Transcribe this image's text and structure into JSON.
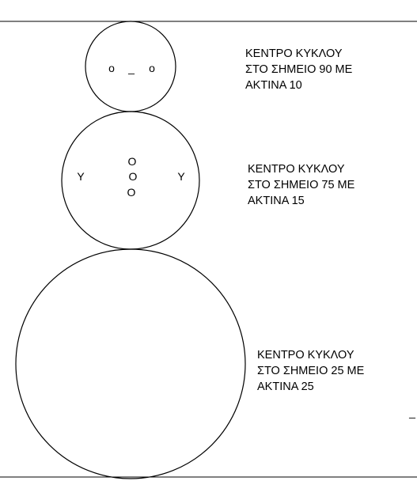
{
  "snowman": {
    "colors": {
      "line": "#000000",
      "background": "#ffffff"
    },
    "head": {
      "label_lines": [
        "ΚΕΝΤΡΟ ΚΥΚΛΟΥ",
        "ΣΤΟ ΣΗΜΕΙΟ 90 ΜΕ",
        "ΑΚΤΙΝΑ 10"
      ],
      "left_eye": "o",
      "mouth": "_",
      "right_eye": "o"
    },
    "body": {
      "label_lines": [
        "ΚΕΝΤΡΟ ΚΥΚΛΟΥ",
        "ΣΤΟ ΣΗΜΕΙΟ 75 ΜΕ",
        "ΑΚΤΙΝΑ 15"
      ],
      "left_arm": "Y",
      "right_arm": "Y",
      "buttons": [
        "O",
        "O",
        "O"
      ]
    },
    "base": {
      "label_lines": [
        "ΚΕΝΤΡΟ ΚΥΚΛΟΥ",
        "ΣΤΟ ΣΗΜΕΙΟ 25 ΜΕ",
        "ΑΚΤΙΝΑ 25"
      ]
    },
    "edge_mark": "_"
  }
}
